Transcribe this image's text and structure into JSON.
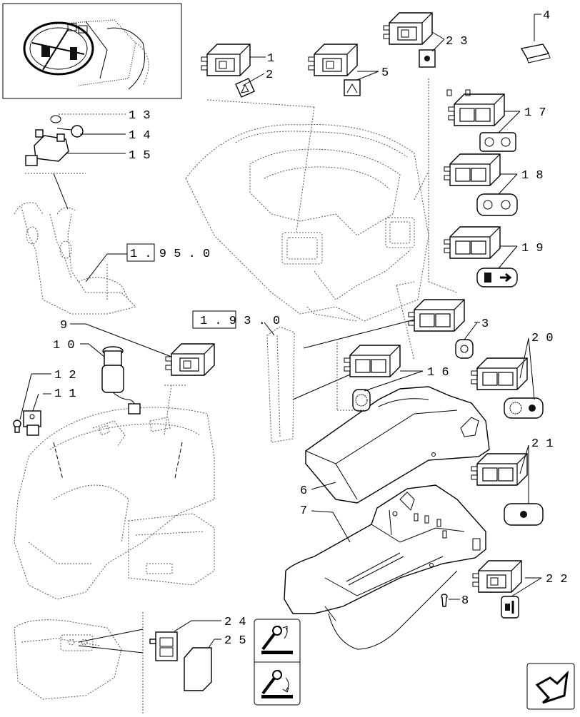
{
  "labels": {
    "l1": "1",
    "l2": "2",
    "l3": "3",
    "l4": "4",
    "l5": "5",
    "l6": "6",
    "l7": "7",
    "l8": "8",
    "l9": "9",
    "l10": "1 0",
    "l11": "1 1",
    "l12": "1 2",
    "l13": "1 3",
    "l14": "1 4",
    "l15": "1 5",
    "l16": "1 6",
    "l17": "1 7",
    "l18": "1 8",
    "l19": "1 9",
    "l20": "2 0",
    "l21": "2 1",
    "l22": "2 2",
    "l23": "2 3",
    "l24": "2 4",
    "l25": "2 5"
  },
  "refs": {
    "r1": "1 . 9 5 . 0",
    "r2": "1 . 9 3 . 0"
  },
  "icons": {
    "thumbnail": "tractor-cab-steering-wheel-icon",
    "nav": "next-page-arrow-icon",
    "legend_top": "pedal-forward-icon",
    "legend_bottom": "pedal-back-icon"
  },
  "colors": {
    "ink": "#000000",
    "paper": "#ffffff"
  }
}
